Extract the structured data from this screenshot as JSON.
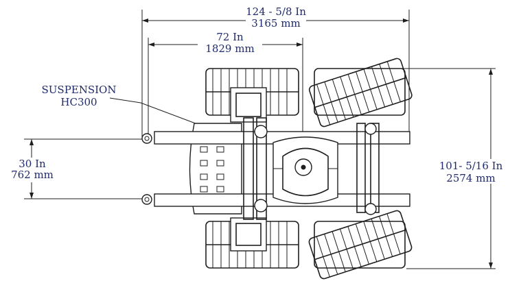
{
  "dimensions": {
    "overall_width": {
      "imperial": "124 - 5/8 In",
      "metric": "3165 mm"
    },
    "wheelbase": {
      "imperial": "72 In",
      "metric": "1829 mm"
    },
    "overall_length": {
      "imperial": "101- 5/16 In",
      "metric": "2574 mm"
    },
    "frame_width": {
      "imperial": "30 In",
      "metric": "762 mm"
    }
  },
  "labels": {
    "suspension_line1": "SUSPENSION",
    "suspension_line2": "HC300"
  },
  "colors": {
    "dimension_text": "#1f2a6b",
    "drawing_ink": "#1e1e1e",
    "background": "#ffffff"
  }
}
